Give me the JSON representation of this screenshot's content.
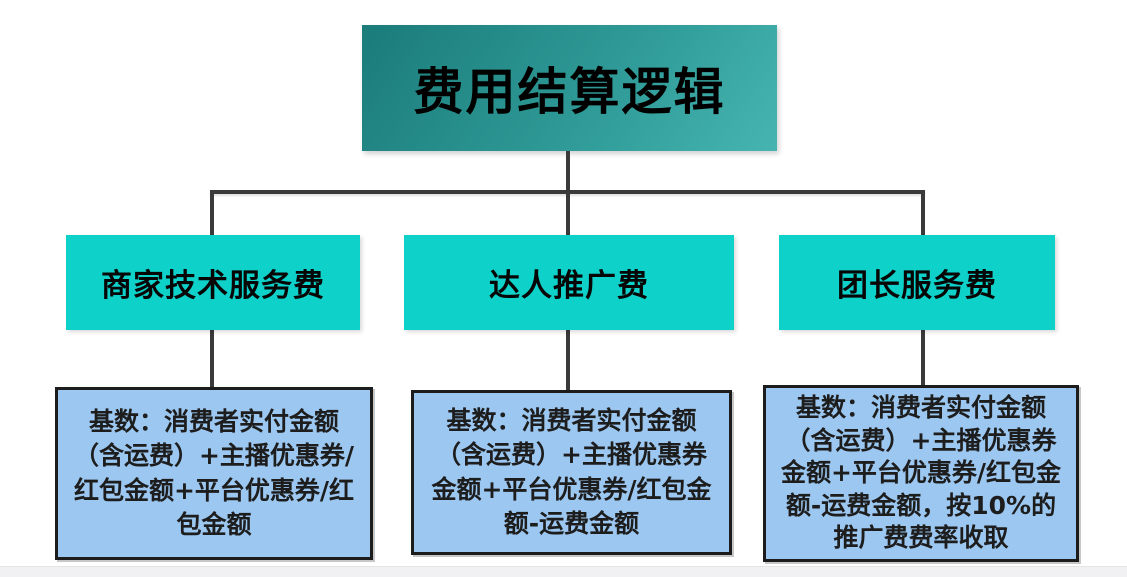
{
  "diagram": {
    "title": "费用结算逻辑",
    "branches": [
      {
        "label": "商家技术服务费",
        "detail": "基数：消费者实付金额（含运费）+主播优惠券/红包金额+平台优惠券/红包金额"
      },
      {
        "label": "达人推广费",
        "detail": "基数：消费者实付金额（含运费）+主播优惠券金额+平台优惠券/红包金额-运费金额"
      },
      {
        "label": "团长服务费",
        "detail": "基数：消费者实付金额（含运费）+主播优惠券金额+平台优惠券/红包金额-运费金额，按10%的推广费费率收取"
      }
    ],
    "colors": {
      "title_gradient_start": "#1b7c7a",
      "title_gradient_end": "#46b5b1",
      "branch_fill": "#0ed1c9",
      "detail_fill": "#9cc7f0",
      "detail_border": "#1c1c1c",
      "connector_line": "#3a3a3a",
      "text": "#000000",
      "background": "#ffffff",
      "bottom_strip": "#f1f0f2"
    }
  }
}
